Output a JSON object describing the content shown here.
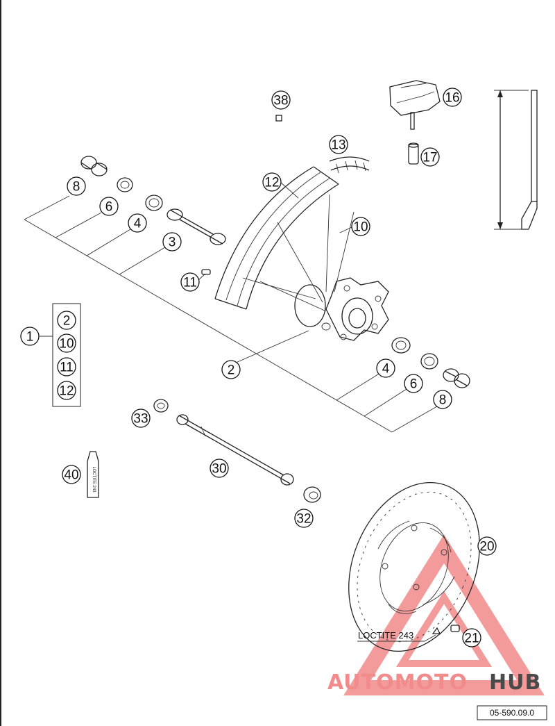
{
  "diagram": {
    "callouts": [
      "1",
      "2",
      "3",
      "4",
      "6",
      "8",
      "10",
      "11",
      "12",
      "13",
      "16",
      "17",
      "20",
      "21",
      "30",
      "32",
      "33",
      "38",
      "40"
    ],
    "kit_group": {
      "label": "1",
      "items": [
        "2",
        "10",
        "11",
        "12"
      ]
    },
    "mirror_labels": [
      "4",
      "6",
      "8"
    ],
    "note": "LOCTITE 243",
    "tube_label": "LOCTITE\n243",
    "reference": "05-590.09.0",
    "watermark": {
      "part1": "AUTOMOTO",
      "part2": "HUB",
      "accent_color": "#f28c8c",
      "dark_color": "#4a4a4a"
    }
  }
}
